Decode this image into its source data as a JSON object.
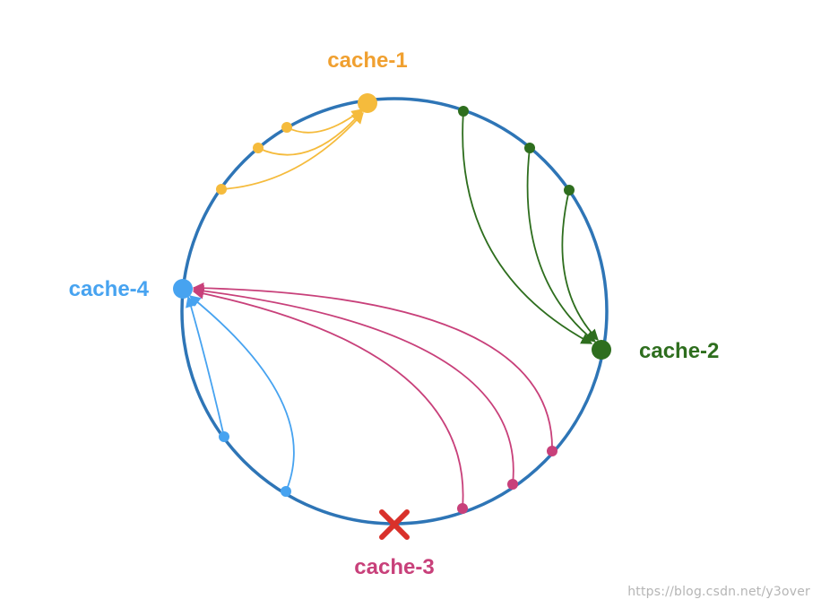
{
  "ring": {
    "color": "#2e75b6"
  },
  "nodes": [
    {
      "id": "cache1",
      "label": "cache-1",
      "color": "#f5bb3c",
      "label_color": "#f0a030",
      "status": "up"
    },
    {
      "id": "cache2",
      "label": "cache-2",
      "color": "#2e6e1e",
      "label_color": "#2e6e1e",
      "status": "up"
    },
    {
      "id": "cache3",
      "label": "cache-3",
      "color": "#c8407a",
      "label_color": "#c8407a",
      "status": "down"
    },
    {
      "id": "cache4",
      "label": "cache-4",
      "color": "#47a3f0",
      "label_color": "#47a3f0",
      "status": "up"
    }
  ],
  "failed_marker": {
    "icon": "red-x-icon",
    "color": "#d9312b"
  },
  "watermark": "https://blog.csdn.net/y3over"
}
